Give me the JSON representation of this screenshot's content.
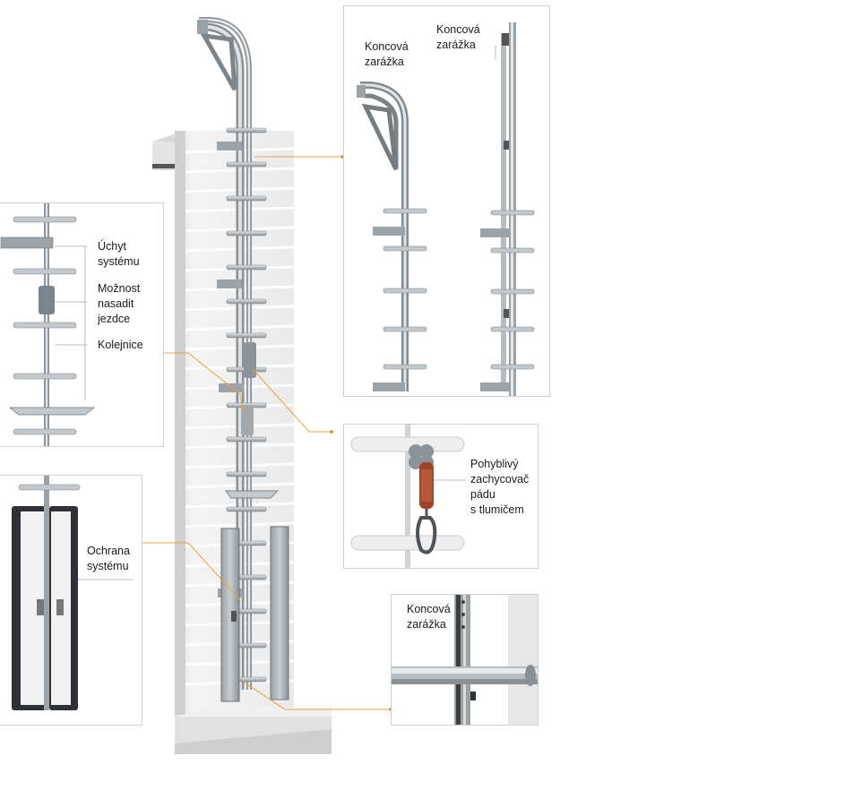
{
  "callouts": {
    "top_left_end_stop": "Koncová\nzarážka",
    "top_right_end_stop": "Koncová\nzarážka",
    "bracket": "Úchyt\nsystému",
    "slider_option": "Možnost\nnasadit\njezdce",
    "rail": "Kolejnice",
    "fall_arrester": "Pohyblivý\nzachycovač\npádu\ns tlumičem",
    "protection": "Ochrana\nsystému",
    "bottom_end_stop": "Koncová\nzarážka"
  },
  "colors": {
    "leader_line": "#e8a33a",
    "leader_dot": "#d98a1c",
    "metal": "#b9bec3",
    "metal_dark": "#6f767c",
    "wall": "#eeeeee",
    "absorber": "#a0432a"
  }
}
